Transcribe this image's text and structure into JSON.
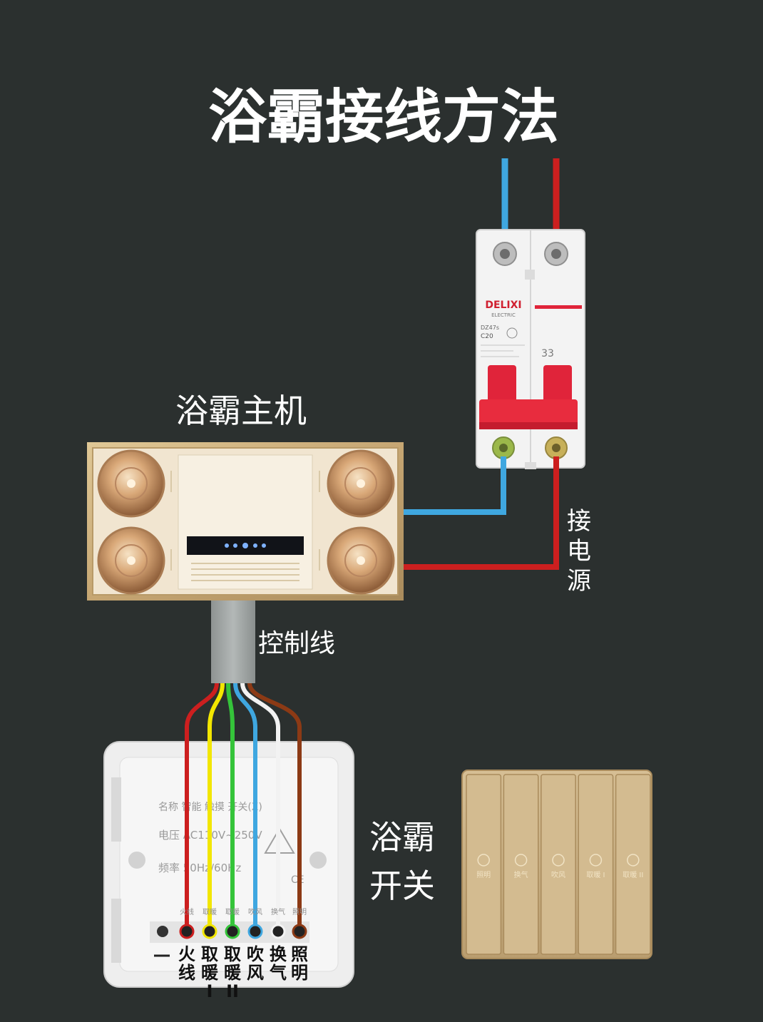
{
  "title": "浴霸接线方法",
  "host_label": "浴霸主机",
  "control_wire_label": "控制线",
  "power_label": [
    "接",
    "电",
    "源"
  ],
  "switch_label": [
    "浴霸",
    "开关"
  ],
  "breaker": {
    "brand": "DELIXI",
    "brand_sub": "ELECTRIC",
    "model": "DZ47s",
    "rating": "C20",
    "number_mark": "33"
  },
  "switch_back": {
    "name_line": "名称 智能 触摸 开关(X)",
    "voltage_line": "电压 AC110V~250V",
    "freq_line": "频率 50Hz/60Hz",
    "terminal_small_labels": [
      "火线",
      "取暖",
      "取暖",
      "吹风",
      "换气",
      "照明"
    ],
    "terminals": [
      {
        "label": [
          "火",
          "线"
        ],
        "color": "#cc1f1f"
      },
      {
        "label": [
          "取",
          "暖",
          "I"
        ],
        "color": "#f2e600"
      },
      {
        "label": [
          "取",
          "暖",
          "II"
        ],
        "color": "#35c43a"
      },
      {
        "label": [
          "吹",
          "风"
        ],
        "color": "#3fa7e0"
      },
      {
        "label": [
          "换",
          "气"
        ],
        "color": "#f2f2f2"
      },
      {
        "label": [
          "照",
          "明"
        ],
        "color": "#8c3a15"
      }
    ]
  },
  "switch_panel_keys": [
    "照明",
    "换气",
    "吹风",
    "取暖 I",
    "取暖 II"
  ],
  "colors": {
    "background": "#2b302f",
    "neutral_wire": "#3fa7e0",
    "live_wire": "#cc1f1f",
    "breaker_red": "#e0243a",
    "gold": "#c9ac7c"
  }
}
